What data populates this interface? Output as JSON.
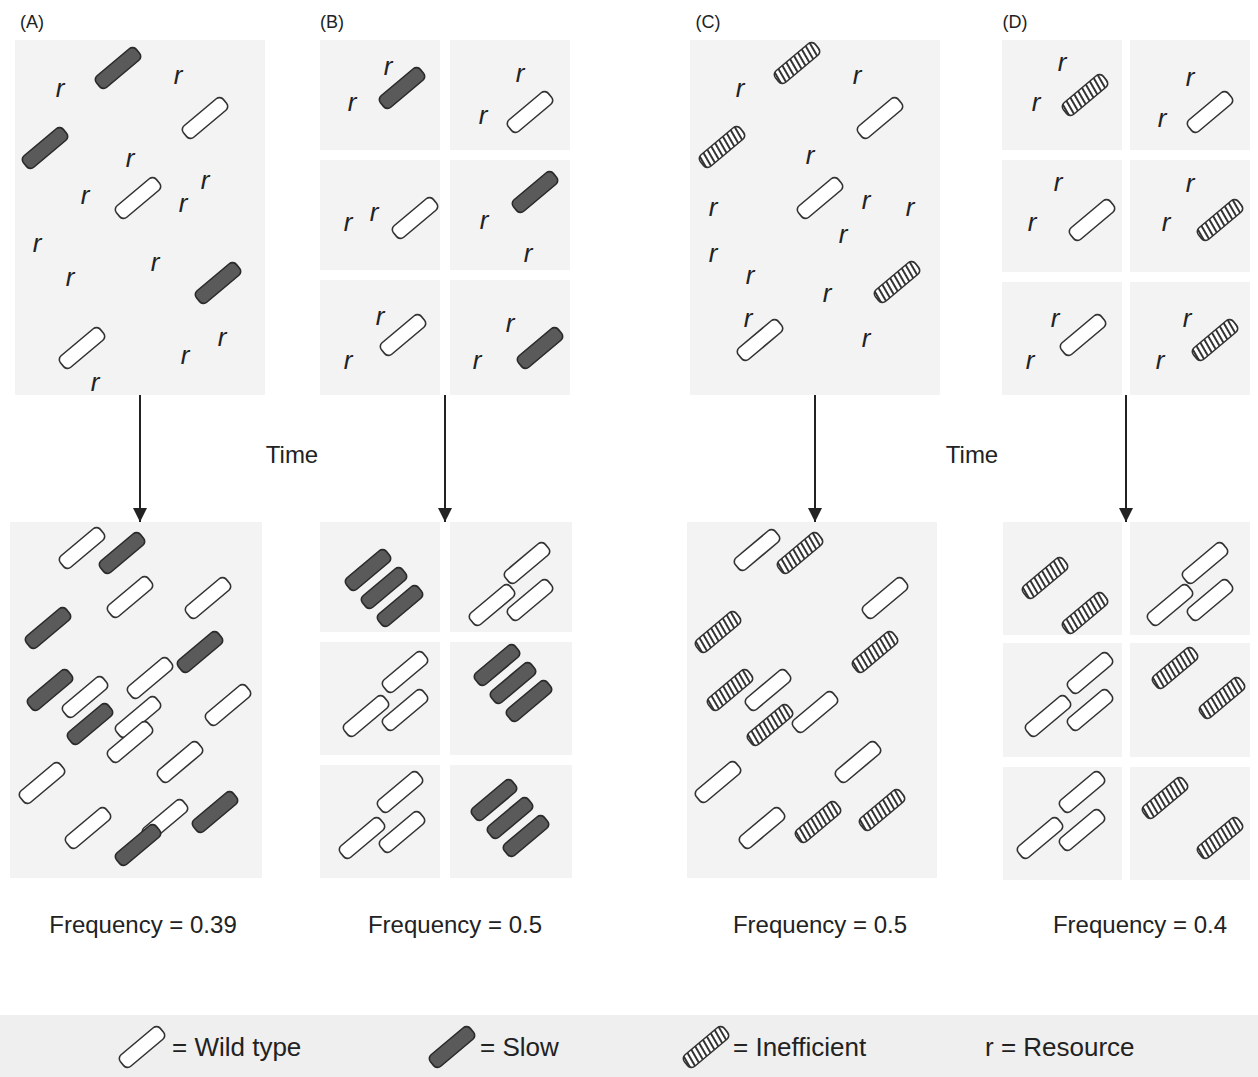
{
  "diagram": {
    "nodes": [
      {
        "text": [
          "(A)",
          "r",
          "r",
          "r",
          "r",
          "r",
          "r",
          "r",
          "r",
          "r",
          "r",
          "r",
          "r"
        ]
      },
      {
        "text": [
          "(B)"
        ]
      },
      {
        "text": [
          "r",
          "r"
        ],
        "in": 1
      },
      {
        "text": [
          "r",
          "r"
        ],
        "in": 1
      },
      {
        "text": [
          "r",
          "r"
        ],
        "in": 1
      },
      {
        "text": [
          "r",
          "r"
        ],
        "in": 1
      },
      {
        "text": [
          "r",
          "r"
        ],
        "in": 1
      },
      {
        "text": [
          "r",
          "r"
        ],
        "in": 1
      },
      {
        "text": [
          "(C)",
          "r",
          "r",
          "r",
          "r",
          "r",
          "r",
          "r",
          "r",
          "r",
          "r",
          "r",
          "r"
        ]
      },
      {
        "text": [
          "(D)"
        ]
      },
      {
        "text": [
          "r",
          "r"
        ],
        "in": 9
      },
      {
        "text": [
          "r",
          "r"
        ],
        "in": 9
      },
      {
        "text": [
          "r",
          "r"
        ],
        "in": 9
      },
      {
        "text": [
          "r",
          "r"
        ],
        "in": 9
      },
      {
        "text": [
          "r",
          "r"
        ],
        "in": 9
      },
      {
        "text": [
          "r",
          "r"
        ],
        "in": 9
      },
      {
        "text": [
          "Frequency = 0.39"
        ]
      },
      {
        "text": [
          "Frequency = 0.5"
        ]
      },
      {
        "text": [
          "Frequency = 0.5"
        ]
      },
      {
        "text": [
          "Frequency = 0.4"
        ]
      }
    ],
    "edges": [
      {
        "from": 0,
        "to": 16,
        "arrow": "to"
      },
      {
        "from": 1,
        "to": 17,
        "arrow": "to"
      },
      {
        "from": 8,
        "to": 18,
        "arrow": "to"
      },
      {
        "from": 9,
        "to": 19,
        "arrow": "to"
      }
    ],
    "labels": [
      "Time",
      "Time"
    ],
    "legend": [
      {
        "text": "= Wild type"
      },
      {
        "text": "= Slow"
      },
      {
        "text": "= Inefficient"
      },
      {
        "text": "r = Resource"
      }
    ]
  }
}
